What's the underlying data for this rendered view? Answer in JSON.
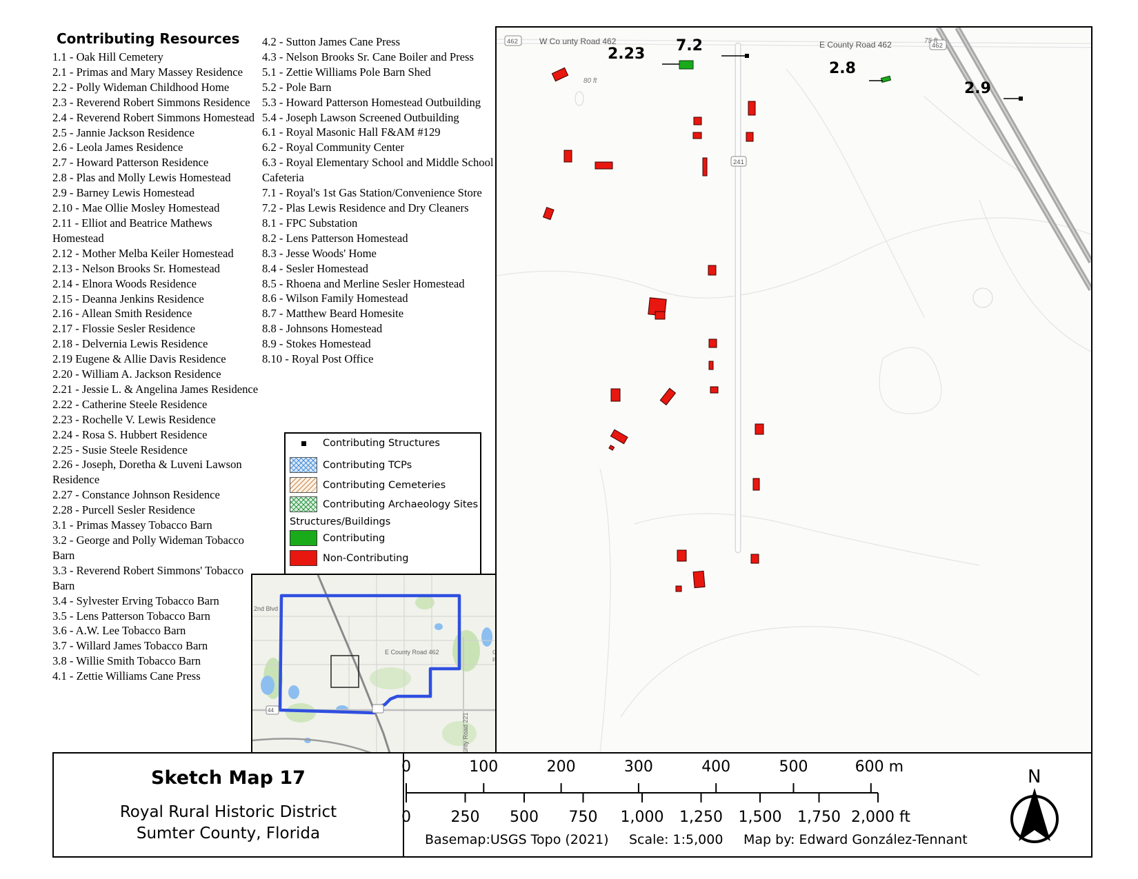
{
  "resources": {
    "title": "Contributing Resources",
    "column1": [
      "1.1 - Oak Hill Cemetery",
      "2.1 - Primas and Mary Massey Residence",
      "2.2 - Polly Wideman Childhood Home",
      "2.3 - Reverend Robert Simmons Residence",
      "2.4 - Reverend Robert Simmons Homestead",
      "2.5 - Jannie Jackson Residence",
      "2.6 - Leola James Residence",
      "2.7 - Howard Patterson Residence",
      "2.8 - Plas and Molly Lewis Homestead",
      "2.9 - Barney Lewis Homestead",
      "2.10 - Mae Ollie Mosley Homestead",
      "2.11 - Elliot and Beatrice Mathews Homestead",
      "2.12 - Mother Melba Keiler Homestead",
      "2.13 - Nelson Brooks Sr. Homestead",
      "2.14 - Elnora Woods Residence",
      "2.15 - Deanna Jenkins Residence",
      "2.16 - Allean Smith Residence",
      "2.17 - Flossie Sesler Residence",
      "2.18 - Delvernia Lewis Residence",
      "2.19 Eugene & Allie Davis Residence",
      "2.20 - William A. Jackson Residence",
      "2.21 - Jessie L. & Angelina James Residence",
      "2.22 - Catherine Steele Residence",
      "2.23 -  Rochelle V. Lewis Residence",
      "2.24 - Rosa S. Hubbert Residence",
      "2.25 - Susie Steele Residence",
      "2.26 - Joseph, Doretha & Luveni Lawson Residence",
      "2.27 - Constance Johnson Residence",
      "2.28 - Purcell Sesler Residence",
      "3.1 - Primas Massey Tobacco Barn",
      "3.2 - George and Polly Wideman Tobacco Barn",
      "3.3 - Reverend Robert Simmons' Tobacco Barn",
      "3.4 - Sylvester Erving Tobacco Barn",
      "3.5 - Lens Patterson Tobacco Barn",
      "3.6 - A.W. Lee Tobacco Barn",
      "3.7 - Willard James Tobacco Barn",
      "3.8 - Willie Smith Tobacco Barn",
      "4.1 - Zettie Williams Cane Press"
    ],
    "column2": [
      "4.2 - Sutton James Cane Press",
      "4.3 - Nelson Brooks Sr. Cane Boiler and Press",
      "5.1 - Zettie Williams Pole Barn Shed",
      "5.2 - Pole Barn",
      "5.3 - Howard Patterson Homestead Outbuilding",
      "5.4 - Joseph Lawson Screened Outbuilding",
      "6.1 - Royal Masonic Hall F&AM #129",
      "6.2 - Royal Community Center",
      "6.3 - Royal Elementary School and Middle School Cafeteria",
      "7.1 - Royal's 1st Gas Station/Convenience Store",
      "7.2 - Plas Lewis Residence and Dry Cleaners",
      "8.1 - FPC Substation",
      "8.2 - Lens Patterson Homestead",
      "8.3 - Jesse Woods' Home",
      "8.4 - Sesler Homestead",
      "8.5 - Rhoena and Merline Sesler Homestead",
      "8.6 - Wilson Family Homestead",
      "8.7 - Matthew Beard Homesite",
      "8.8 - Johnsons Homestead",
      "8.9 - Stokes Homestead",
      "8.10 - Royal Post Office"
    ]
  },
  "legend": {
    "structures": "Contributing Structures",
    "tcps": "Contributing TCPs",
    "cemeteries": "Contributing Cemeteries",
    "archaeology": "Contributing Archaeology Sites",
    "buildings_heading": "Structures/Buildings",
    "contributing": "Contributing",
    "non_contributing": "Non-Contributing",
    "colors": {
      "contributing": "#1aab1a",
      "non_contributing": "#e8170f",
      "tcp": "#4a90d9",
      "cemetery": "#c8874a",
      "archaeology": "#2e9a45"
    }
  },
  "inset": {
    "road_label": "E County Road 462",
    "street_label": "2nd Blvd",
    "route_shield": "44",
    "vertical_road": "unty Road 221",
    "edge_label_1": "G",
    "edge_label_2": "P"
  },
  "map": {
    "road_w": "W Co unty Road 462",
    "road_e": "E County Road 462",
    "shield_462_left": "462",
    "shield_462_right": "462",
    "shield_241": "241",
    "elev_80": "80 ft",
    "elev_75": "75 ft",
    "labels": {
      "l223": "2.23",
      "l72": "7.2",
      "l28": "2.8",
      "l29": "2.9"
    }
  },
  "title_block": {
    "title": "Sketch Map 17",
    "line1": "Royal Rural Historic District",
    "line2": "Sumter County, Florida"
  },
  "scale": {
    "meters": [
      "0",
      "100",
      "200",
      "300",
      "400",
      "500",
      "600 m"
    ],
    "feet": [
      "0",
      "250",
      "500",
      "750",
      "1,000",
      "1,250",
      "1,500",
      "1,750",
      "2,000 ft"
    ],
    "basemap": "Basemap:USGS Topo (2021)",
    "scale_text": "Scale: 1:5,000",
    "author": "Map by: Edward González-Tennant"
  },
  "north": {
    "label": "N"
  }
}
